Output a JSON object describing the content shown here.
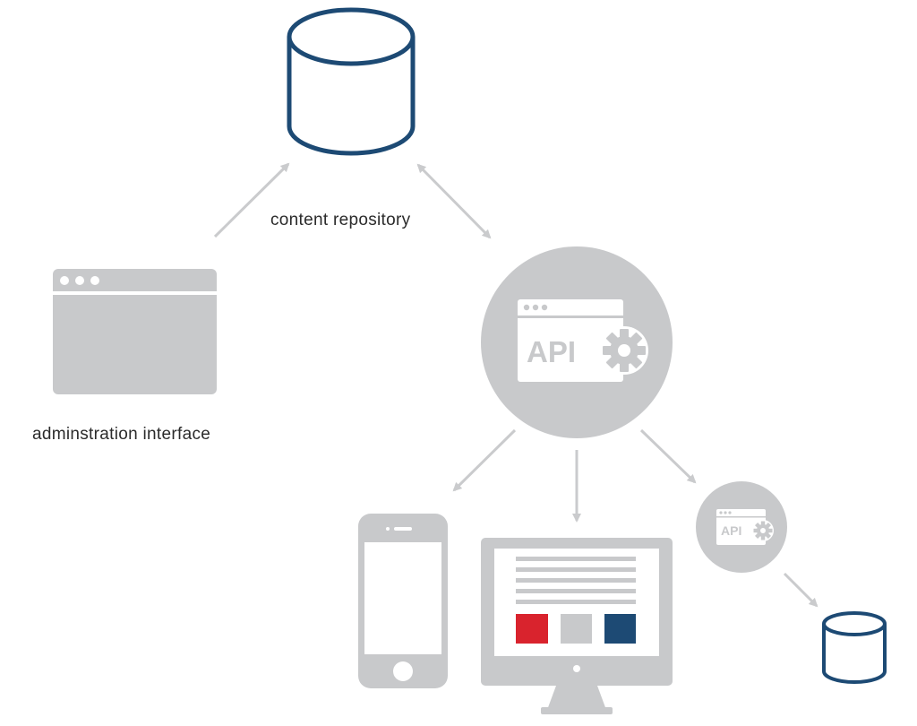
{
  "labels": {
    "content_repository": "content repository",
    "administration_interface": "adminstration interface",
    "api_main": "API",
    "api_small": "API"
  },
  "colors": {
    "repository_stroke": "#1d4a74",
    "icon_gray": "#c8c9cb",
    "arrow_gray": "#cacbcd",
    "text": "#2b2b2b",
    "accent_red": "#d9232d",
    "accent_blue": "#1d4a74",
    "accent_gray": "#c8c9cb"
  },
  "icons": {
    "repository": "database-icon",
    "admin": "browser-window-icon",
    "api": "api-gear-icon",
    "phone": "smartphone-icon",
    "monitor": "desktop-monitor-icon"
  }
}
